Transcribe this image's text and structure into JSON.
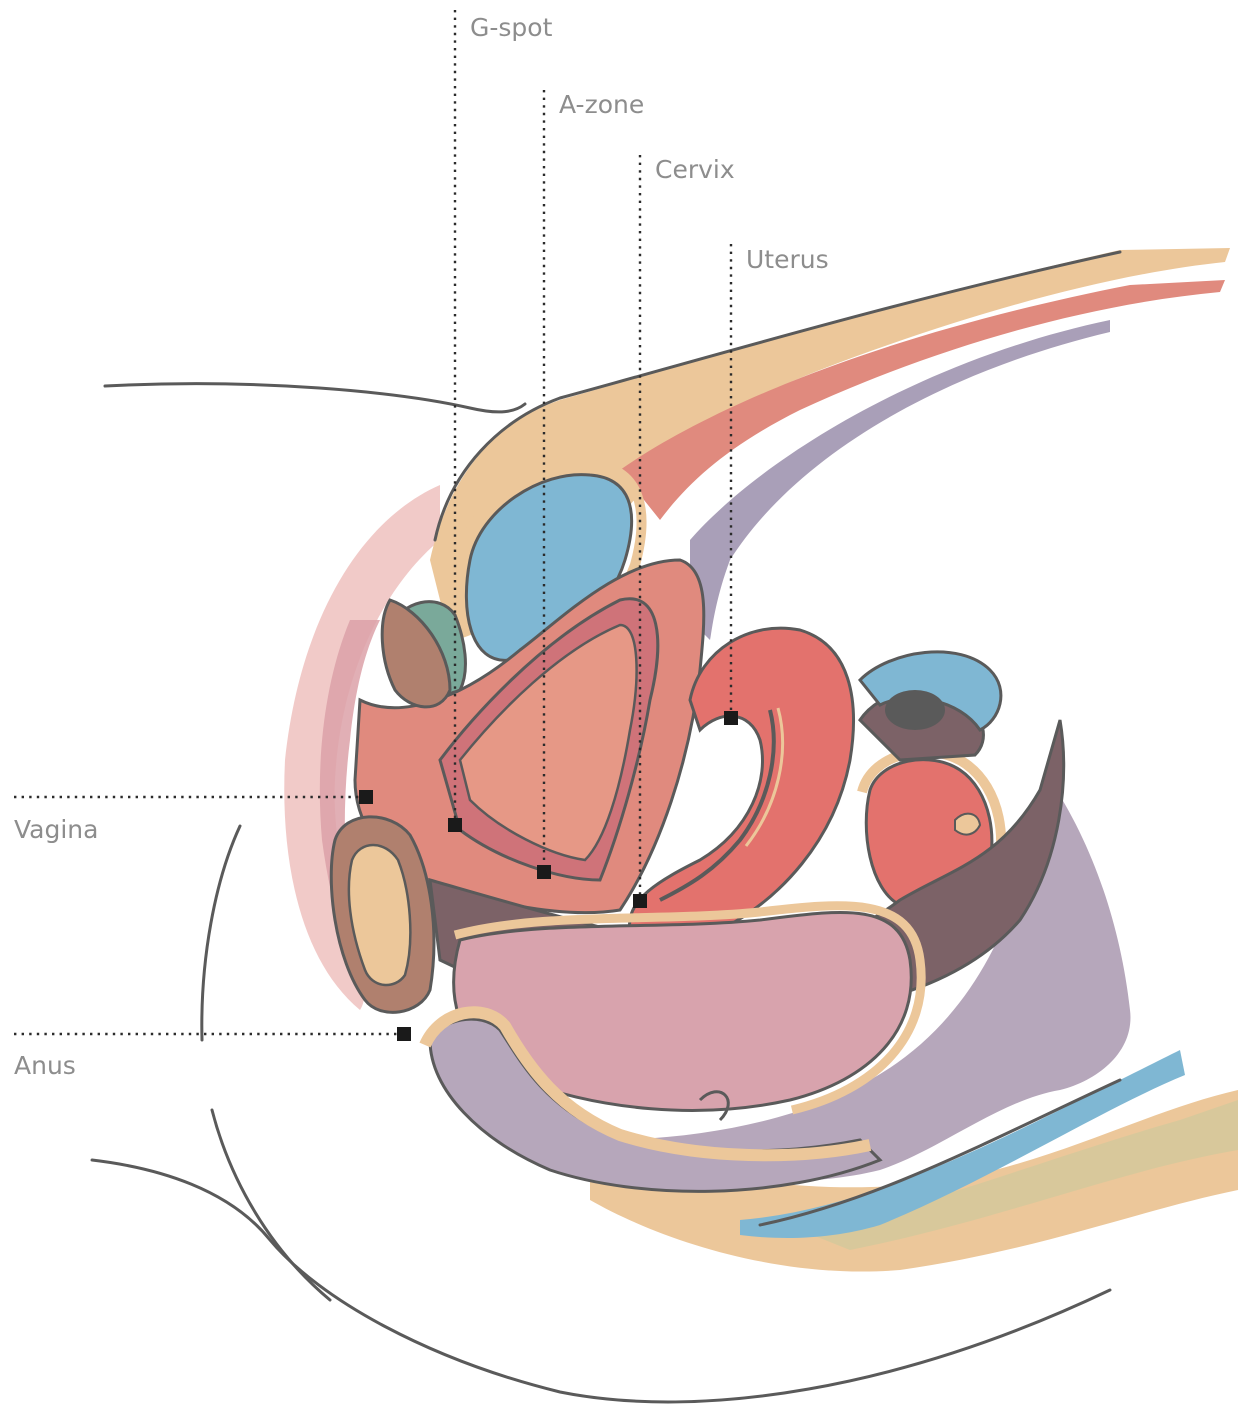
{
  "labels": {
    "g_spot": "G-spot",
    "a_zone": "A-zone",
    "cervix": "Cervix",
    "uterus": "Uterus",
    "vagina": "Vagina",
    "anus": "Anus"
  },
  "colors": {
    "sand": "#ecc79a",
    "salmon": "#e08a7e",
    "coral": "#e3726d",
    "rose": "#cf7379",
    "pink": "#d8a3ad",
    "mauve": "#a99fb8",
    "lilac": "#b6a7bb",
    "blue": "#7fb7d3",
    "brown": "#7c6267",
    "dark": "#5a5a5a",
    "khaki": "#d8c89b",
    "blush": "#efc4c2"
  }
}
